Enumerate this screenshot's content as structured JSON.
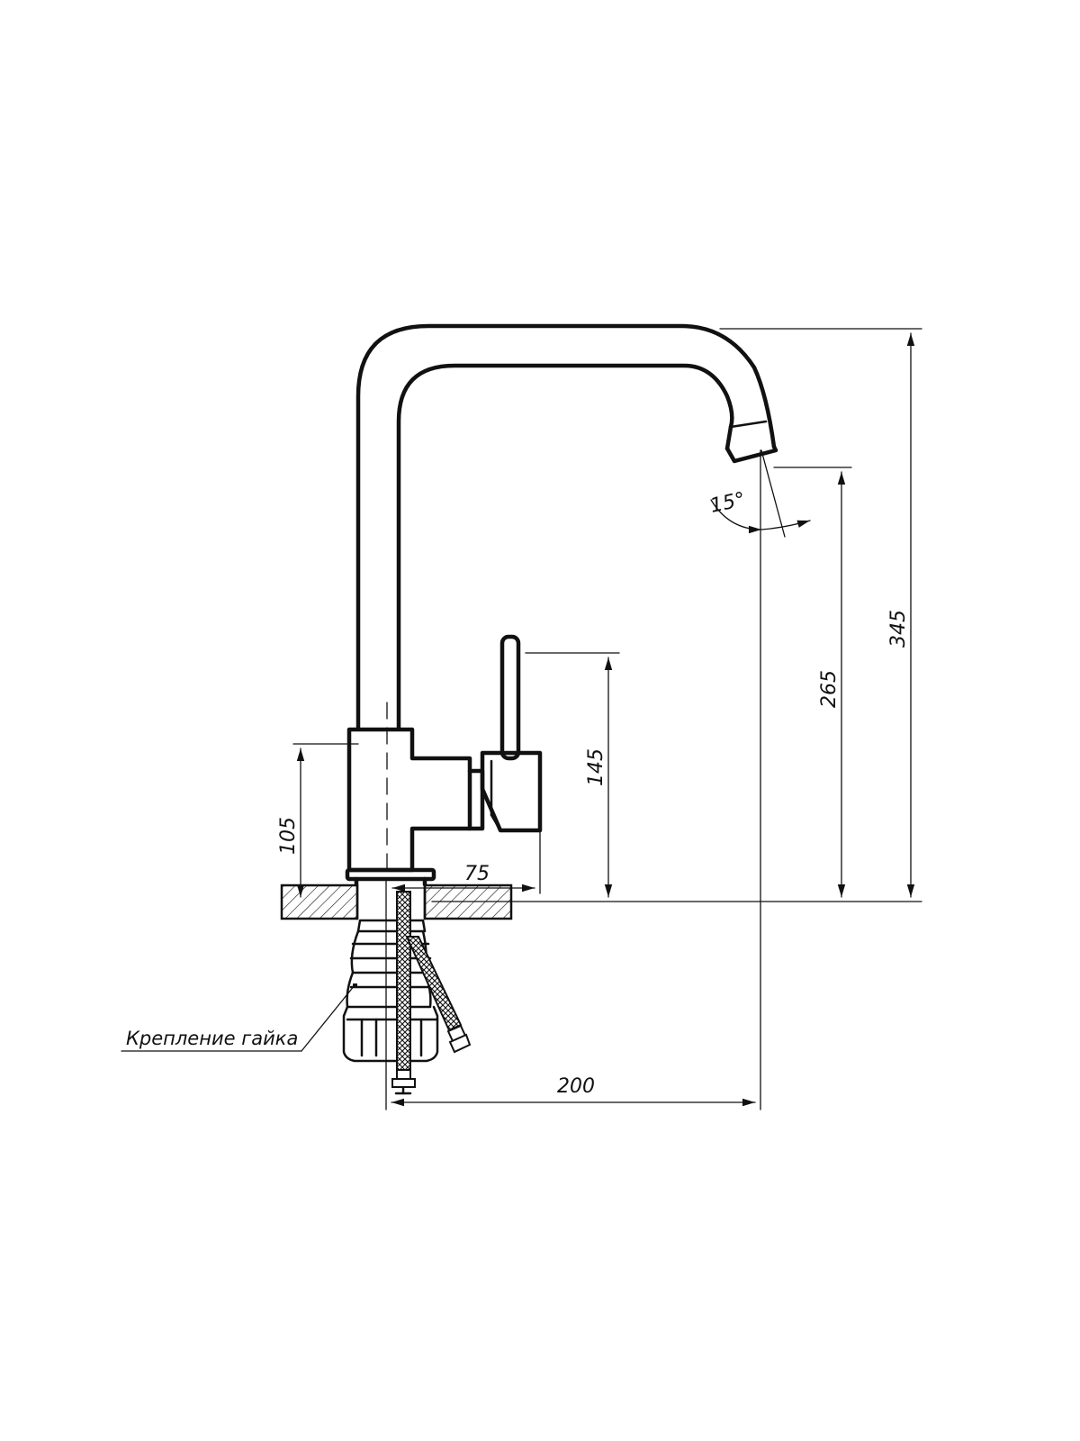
{
  "drawing": {
    "dimensions": {
      "total_height": "345",
      "spout_height": "265",
      "lever_height": "145",
      "body_height": "105",
      "lever_offset": "75",
      "spout_reach": "200",
      "spout_angle": "15°"
    },
    "callouts": {
      "fastening_nut": "Крепление гайка"
    }
  }
}
